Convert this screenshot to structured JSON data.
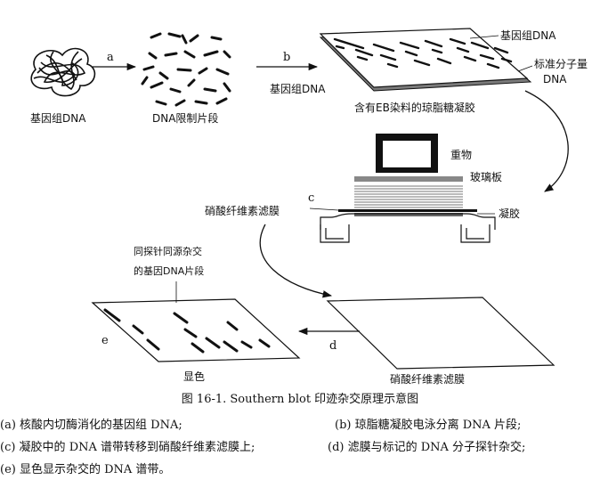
{
  "labels": {
    "genomic_dna": "基因组DNA",
    "dna_fragments": "DNA限制片段",
    "step_a": "a",
    "step_b": "b",
    "step_b_sub": "基因组DNA",
    "gel_genomic": "基因组DNA",
    "gel_marker_1": "标准分子量",
    "gel_marker_2": "DNA",
    "gel_caption": "含有EB染料的琼脂糖凝胶",
    "weight": "重物",
    "glass_plate": "玻璃板",
    "gel": "凝胶",
    "step_c": "c",
    "membrane_left": "硝酸纤维素滤膜",
    "probe_1": "同探针同源杂交",
    "probe_2": "的基因DNA片段",
    "step_e": "e",
    "step_d": "d",
    "develop": "显色",
    "membrane_bottom": "硝酸纤维素滤膜"
  },
  "caption": "图 16-1. Southern blot 印迹杂交原理示意图",
  "legend": {
    "a": "(a) 核酸内切酶消化的基因组 DNA;",
    "b": "(b) 琼脂糖凝胶电泳分离 DNA 片段;",
    "c": "(c) 凝胶中的 DNA 谱带转移到硝酸纤维素滤膜上;",
    "d": "(d) 滤膜与标记的 DNA 分子探针杂交;",
    "e": "(e) 显色显示杂交的 DNA 谱带。"
  }
}
